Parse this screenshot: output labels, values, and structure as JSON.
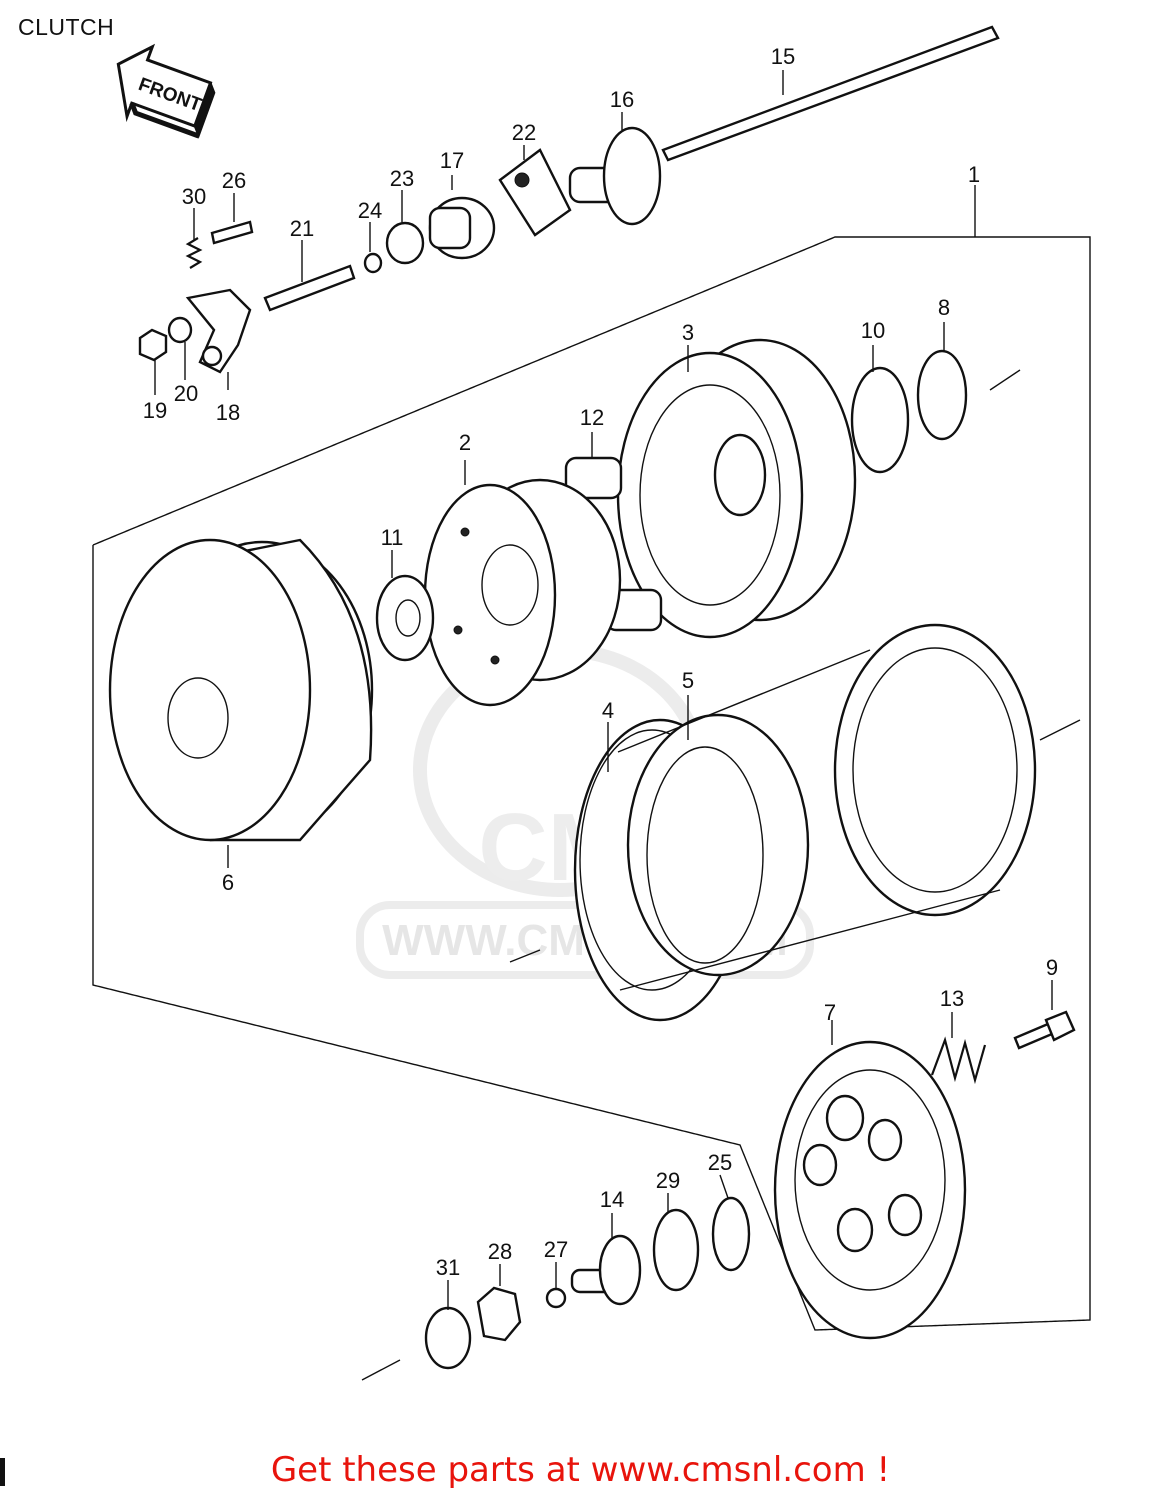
{
  "title": "CLUTCH",
  "front_label": "FRONT",
  "watermark": {
    "logo_text": "CMS",
    "url_text": "WWW.CMSNL.COM"
  },
  "callouts": [
    "1",
    "2",
    "3",
    "4",
    "5",
    "6",
    "7",
    "8",
    "9",
    "10",
    "11",
    "12",
    "13",
    "14",
    "15",
    "16",
    "17",
    "18",
    "19",
    "20",
    "21",
    "22",
    "23",
    "24",
    "25",
    "26",
    "27",
    "28",
    "29",
    "30",
    "31"
  ],
  "promo_text": "Get these parts at www.cmsnl.com !"
}
